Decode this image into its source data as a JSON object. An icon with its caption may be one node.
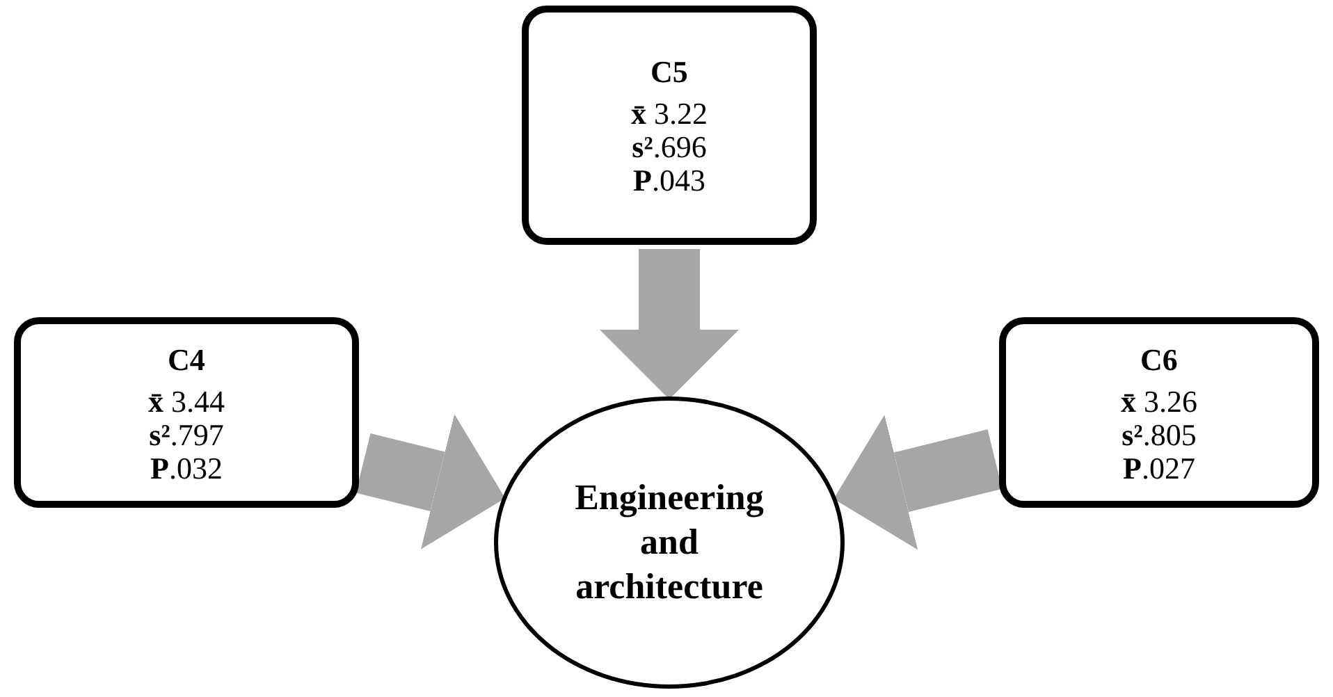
{
  "diagram": {
    "nodes": [
      {
        "text": [
          "C5",
          "**x̄** 3.22",
          "**s²**.696",
          "**P**.043"
        ]
      },
      {
        "text": [
          "C4",
          "**x̄** 3.44",
          "**s²**.797",
          "**P**.032"
        ]
      },
      {
        "text": [
          "C6",
          "**x̄** 3.26",
          "**s²**.805",
          "**P**.027"
        ]
      },
      {
        "text": [
          "Engineering and architecture"
        ]
      }
    ],
    "edges": [
      {
        "from": 0,
        "to": 3,
        "arrow": "to"
      },
      {
        "from": 1,
        "to": 3,
        "arrow": "to"
      },
      {
        "from": 2,
        "to": 3,
        "arrow": "to"
      }
    ]
  }
}
